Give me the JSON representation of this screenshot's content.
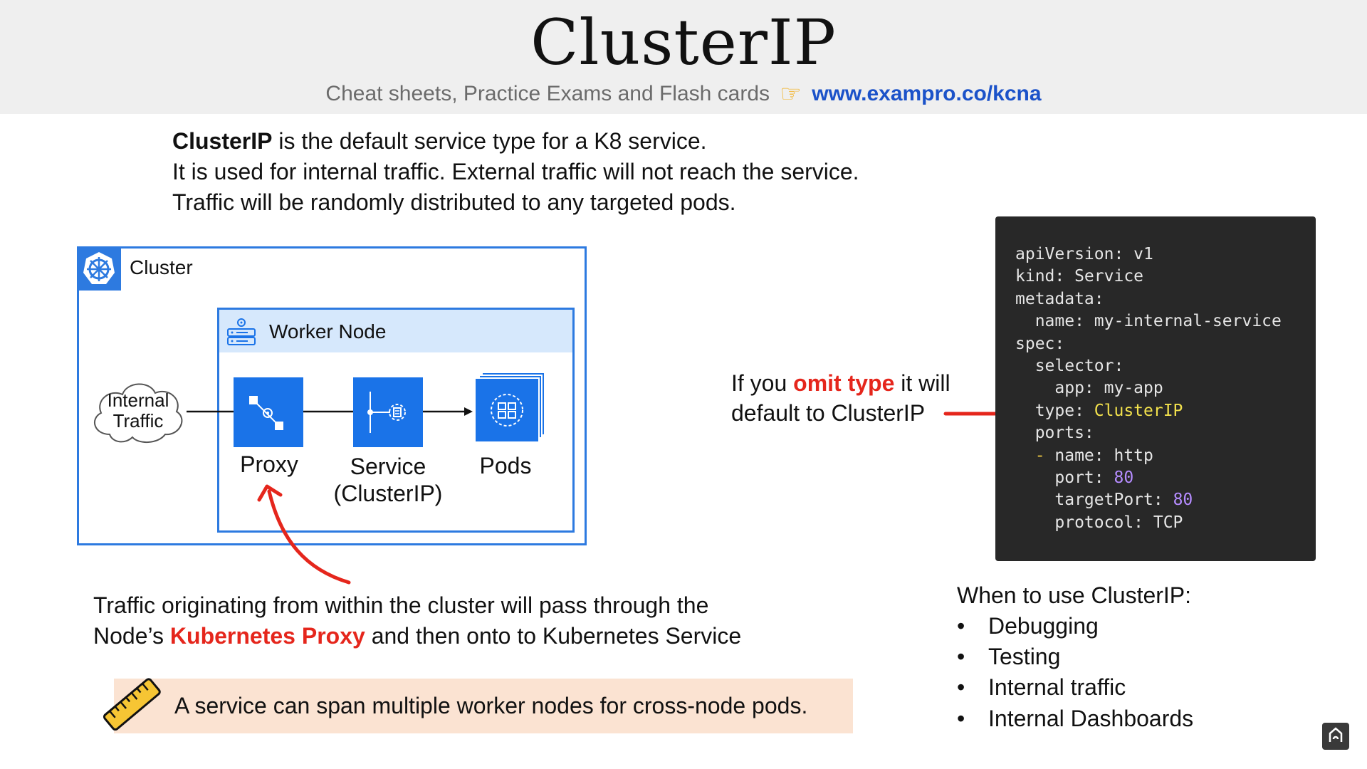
{
  "header": {
    "title": "ClusterIP",
    "subtitle_text": "Cheat sheets, Practice Exams and Flash cards",
    "subtitle_url": "www.exampro.co/kcna"
  },
  "intro": {
    "line1_bold": "ClusterIP",
    "line1_rest": " is the default service type for a K8 service.",
    "line2": "It is used for internal traffic. External traffic will not reach the service.",
    "line3": "Traffic will be randomly distributed to any targeted pods."
  },
  "diagram": {
    "cluster_label": "Cluster",
    "worker_label": "Worker Node",
    "cloud_line1": "Internal",
    "cloud_line2": "Traffic",
    "proxy_label": "Proxy",
    "service_line1": "Service",
    "service_line2": "(ClusterIP)",
    "pods_label": "Pods",
    "colors": {
      "tile": "#1a73e8",
      "border": "#2d7ae0",
      "worker_header": "#d6e8fc",
      "arrow": "#e5261c"
    },
    "icons": [
      "kubernetes-helm-icon",
      "worker-node-icon",
      "proxy-icon",
      "service-icon",
      "pods-icon",
      "cloud-icon"
    ]
  },
  "omit_note": {
    "prefix": "If you ",
    "highlight": "omit type",
    "suffix": " it will",
    "line2": "default to ClusterIP"
  },
  "yaml": {
    "l1": "apiVersion: v1",
    "l2": "kind: Service",
    "l3": "metadata:",
    "l4": "  name: my-internal-service",
    "l5": "spec:",
    "l6": "  selector:",
    "l7": "    app: my-app",
    "l8_key": "  type: ",
    "l8_val": "ClusterIP",
    "l9": "  ports:",
    "l10_dash": "  - ",
    "l10_rest": "name: http",
    "l11_key": "    port: ",
    "l11_val": "80",
    "l12_key": "    targetPort: ",
    "l12_val": "80",
    "l13": "    protocol: TCP"
  },
  "proxy_note": {
    "line1": "Traffic originating from within the cluster will pass through the",
    "line2_prefix": "Node’s ",
    "line2_highlight": "Kubernetes Proxy",
    "line2_suffix": " and then onto to Kubernetes Service"
  },
  "tip": {
    "icon": "ruler-icon",
    "text": "A service can span multiple worker nodes for cross-node pods."
  },
  "when": {
    "title": "When to use ClusterIP:",
    "items": [
      "Debugging",
      "Testing",
      "Internal traffic",
      "Internal Dashboards"
    ]
  }
}
